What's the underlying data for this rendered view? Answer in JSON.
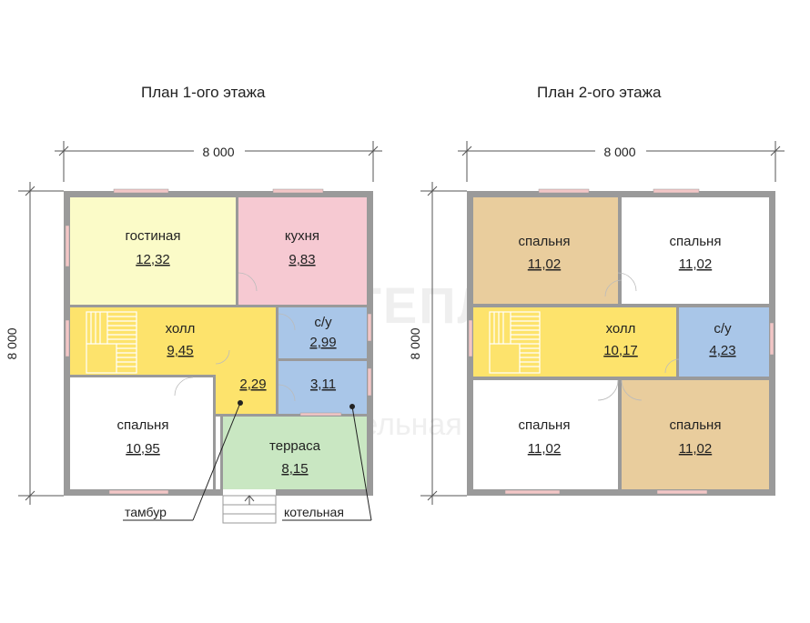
{
  "plans": [
    {
      "title": "План 1-ого этажа",
      "width_dim": "8 000",
      "height_dim": "8 000",
      "rooms": [
        {
          "id": "gostinaya",
          "name": "гостиная",
          "area": "12,32",
          "color": "#fbfbc8"
        },
        {
          "id": "kuhnya",
          "name": "кухня",
          "area": "9,83",
          "color": "#f6c9d2"
        },
        {
          "id": "holl",
          "name": "холл",
          "area": "9,45",
          "color": "#fde36c"
        },
        {
          "id": "su",
          "name": "с/у",
          "area": "2,99",
          "color": "#a9c6e8"
        },
        {
          "id": "tambur",
          "name": "",
          "area": "2,29",
          "color": "#fde36c"
        },
        {
          "id": "kotelnaya",
          "name": "",
          "area": "3,11",
          "color": "#a9c6e8"
        },
        {
          "id": "spalnya",
          "name": "спальня",
          "area": "10,95",
          "color": "#ffffff"
        },
        {
          "id": "terrasa",
          "name": "терраса",
          "area": "8,15",
          "color": "#c9e7c2"
        }
      ],
      "callouts": [
        {
          "id": "tambur",
          "text": "тамбур"
        },
        {
          "id": "kotelnaya",
          "text": "котельная"
        }
      ]
    },
    {
      "title": "План 2-ого этажа",
      "width_dim": "8 000",
      "height_dim": "8 000",
      "rooms": [
        {
          "id": "spalnya1",
          "name": "спальня",
          "area": "11,02",
          "color": "#e9cd9d"
        },
        {
          "id": "spalnya2",
          "name": "спальня",
          "area": "11,02",
          "color": "#ffffff"
        },
        {
          "id": "holl",
          "name": "холл",
          "area": "10,17",
          "color": "#fde36c"
        },
        {
          "id": "su",
          "name": "с/у",
          "area": "4,23",
          "color": "#a9c6e8"
        },
        {
          "id": "spalnya3",
          "name": "спальня",
          "area": "11,02",
          "color": "#ffffff"
        },
        {
          "id": "spalnya4",
          "name": "спальня",
          "area": "11,02",
          "color": "#e9cd9d"
        }
      ]
    }
  ],
  "watermark": {
    "line1": "СТРОЙ ТЕПЛЫЙ ДОМ",
    "line2": "строительная компания"
  },
  "colors": {
    "wall": "#9a9a9a",
    "window": "#f3c6c6",
    "dim_line": "#555555",
    "text": "#222222"
  }
}
